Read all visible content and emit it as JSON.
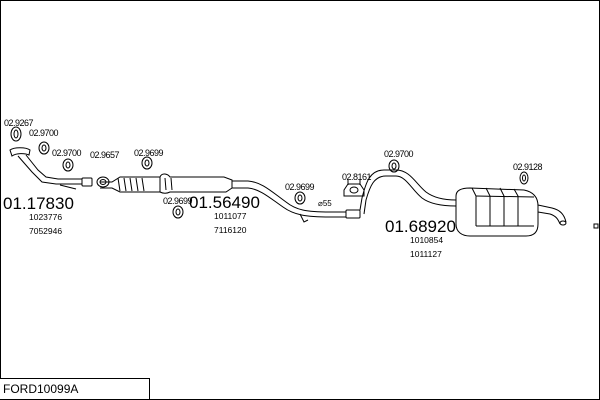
{
  "footer": {
    "code": "FORD10099A"
  },
  "parts": {
    "p1": "02.9267",
    "p2": "02.9700",
    "p3": "02.9700",
    "p4": "02.9657",
    "p5": "02.9699",
    "p6": "02.9699",
    "p7": "02.9699",
    "p8": "02.8161",
    "p9": "02.9700",
    "p10": "02.9128"
  },
  "sections": {
    "front": {
      "number": "01.17830",
      "ref1": "1023776",
      "ref2": "7052946"
    },
    "middle": {
      "number": "01.56490",
      "ref1": "1011077",
      "ref2": "7116120"
    },
    "rear": {
      "number": "01.68920",
      "ref1": "1010854",
      "ref2": "1011127"
    }
  },
  "annotations": {
    "diameter": "⌀55"
  }
}
